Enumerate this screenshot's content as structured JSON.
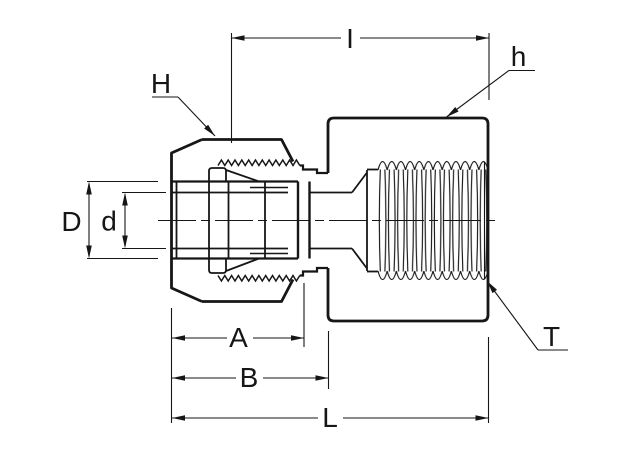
{
  "meta": {
    "title": "Tube fitting female connector — dimensioned technical drawing",
    "type": "engineering line drawing"
  },
  "colors": {
    "line": "#161616",
    "background": "#ffffff"
  },
  "labels": {
    "nut": "H",
    "body_hex": "h",
    "thread_depth": "I",
    "outer_diameter": "D",
    "bore_diameter": "d",
    "length_a": "A",
    "length_b": "B",
    "length_l": "L",
    "thread": "T"
  }
}
